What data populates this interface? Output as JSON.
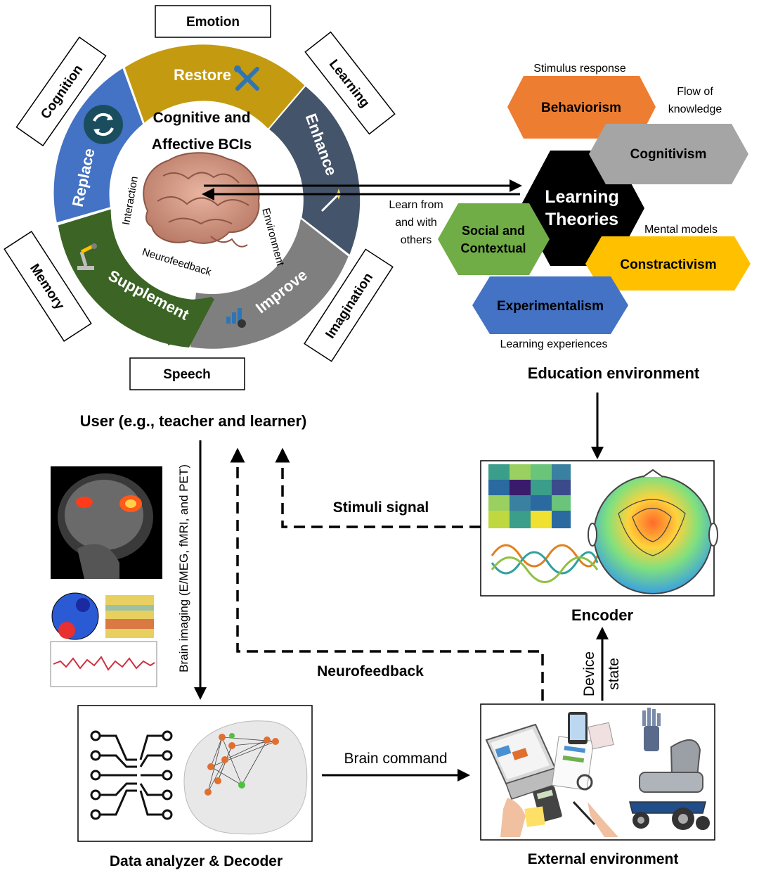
{
  "wheel": {
    "title_line1": "Cognitive and",
    "title_line2": "Affective BCIs",
    "segments": {
      "restore": "Restore",
      "enhance": "Enhance",
      "improve": "Improve",
      "supplement": "Supplement",
      "replace": "Replace"
    },
    "inner_labels": {
      "interaction": "Interaction",
      "environment": "Environment",
      "neurofeedback": "Neurofeedback"
    },
    "domains": {
      "emotion": "Emotion",
      "learning": "Learning",
      "imagination": "Imagination",
      "speech": "Speech",
      "memory": "Memory",
      "cognition": "Cognition"
    }
  },
  "learning_theories": {
    "center_line1": "Learning",
    "center_line2": "Theories",
    "behaviorism": "Behaviorism",
    "cognitivism": "Cognitivism",
    "social_line1": "Social and",
    "social_line2": "Contextual",
    "constractivism": "Constractivism",
    "experimentalism": "Experimentalism",
    "stimulus_response": "Stimulus response",
    "flow_line1": "Flow of",
    "flow_line2": "knowledge",
    "mental_models": "Mental models",
    "learning_experiences": "Learning experiences",
    "learn_line1": "Learn from",
    "learn_line2": "and with",
    "learn_line3": "others",
    "caption": "Education environment"
  },
  "flow": {
    "user": "User (e.g., teacher and learner)",
    "brain_imaging": "Brain imaging (E/MEG, fMRI, and PET)",
    "stimuli_signal": "Stimuli signal",
    "neurofeedback": "Neurofeedback",
    "encoder": "Encoder",
    "device_line1": "Device",
    "device_line2": "state",
    "brain_command": "Brain command",
    "decoder": "Data analyzer & Decoder",
    "external": "External environment"
  },
  "colors": {
    "restore": "#c49a10",
    "enhance": "#44546a",
    "improve": "#7f7f7f",
    "supplement": "#3b6425",
    "replace": "#4472c4",
    "behaviorism": "#ed7d31",
    "cognitivism": "#a5a5a5",
    "social": "#70ad47",
    "constractivism": "#ffc000",
    "experimentalism": "#4472c4"
  }
}
